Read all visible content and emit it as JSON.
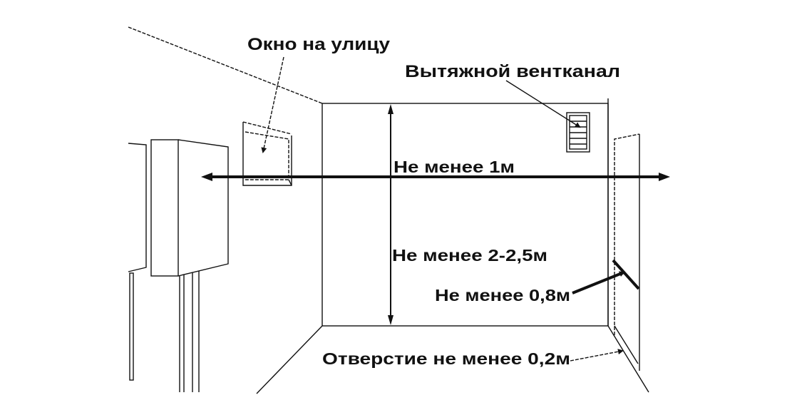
{
  "labels": {
    "window": "Окно на улицу",
    "vent": "Вытяжной вентканал",
    "min_width": "Не менее 1м",
    "min_height": "Не менее 2-2,5м",
    "door_width": "Не менее 0,8м",
    "opening": "Отверстие не менее 0,2м"
  },
  "colors": {
    "ink": "#111111",
    "background": "#ffffff"
  }
}
